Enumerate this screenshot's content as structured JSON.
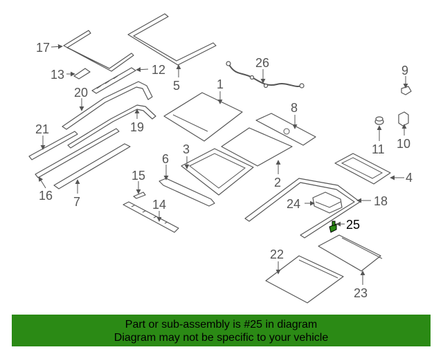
{
  "diagram": {
    "callouts": {
      "c1": "1",
      "c2": "2",
      "c3": "3",
      "c4": "4",
      "c5": "5",
      "c6": "6",
      "c7": "7",
      "c8": "8",
      "c9": "9",
      "c10": "10",
      "c11": "11",
      "c12": "12",
      "c13": "13",
      "c14": "14",
      "c15": "15",
      "c16": "16",
      "c17": "17",
      "c18": "18",
      "c19": "19",
      "c20": "20",
      "c21": "21",
      "c22": "22",
      "c23": "23",
      "c24": "24",
      "c25": "25",
      "c26": "26"
    },
    "highlighted_part": "25",
    "highlight_color": "#2b8a15"
  },
  "banner": {
    "line1": "Part or sub-assembly is #25 in diagram",
    "line2": "Diagram may not be specific to your vehicle",
    "background": "#2b8a15"
  }
}
